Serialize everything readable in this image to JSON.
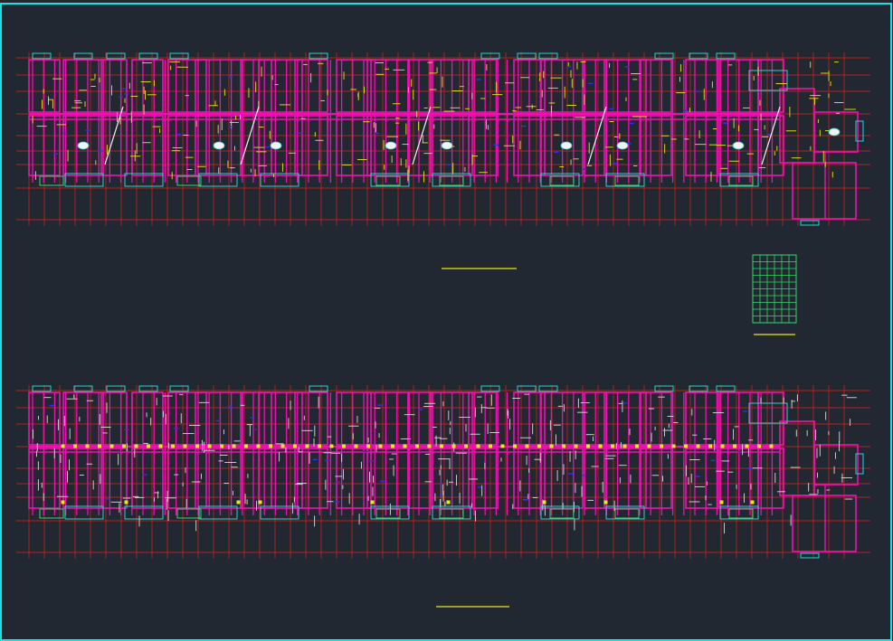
{
  "drawing": {
    "colors": {
      "background": "#212832",
      "frame": "#17e0e6",
      "axis": "#e0201c",
      "wall": "#f20fb0",
      "structure": "#e8e81a",
      "window": "#28d3cf",
      "balcony": "#36d66a",
      "annotation": "#d9dcd9",
      "door": "#2a34e8",
      "symbol": "#f3f3f3"
    },
    "panels": [
      {
        "id": "upper-floor-plan",
        "room_lines": "structure",
        "title_text": ""
      },
      {
        "id": "lower-floor-plan",
        "room_lines": "annotation",
        "title_text": ""
      }
    ],
    "schedule_table": {
      "rows": 10,
      "cols": 6
    }
  }
}
